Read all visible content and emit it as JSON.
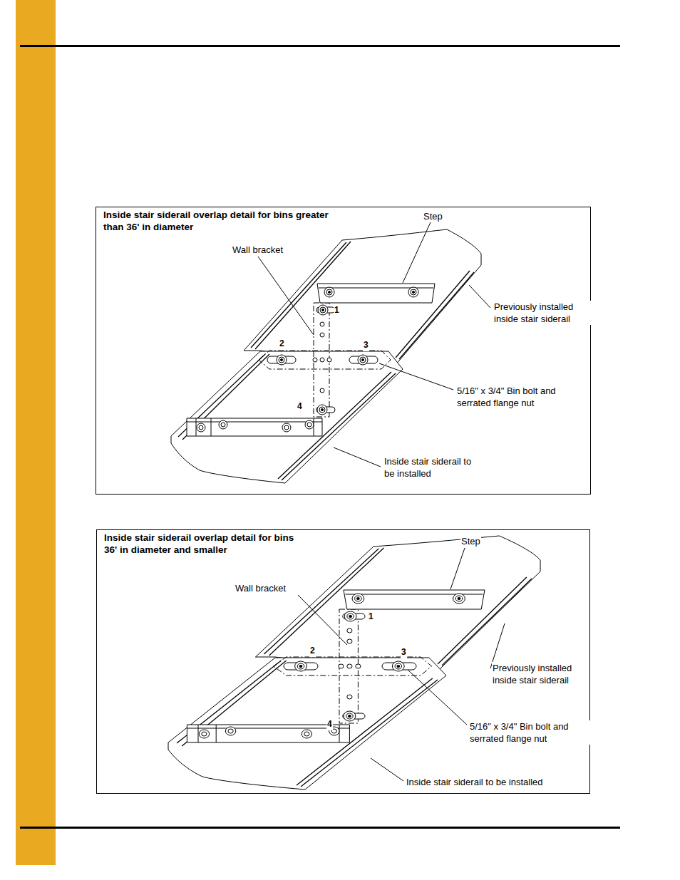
{
  "diagram": {
    "nodes": [
      {
        "text": [
          "Inside stair siderail overlap detail for bins greater than 36' in diameter"
        ]
      },
      {
        "text": [
          "Inside stair siderail overlap detail for bins 36' in diameter and smaller"
        ]
      }
    ],
    "labels": [
      "Step",
      "Wall bracket",
      "1",
      "Previously installed inside stair siderail",
      "2",
      "3",
      "5/16\" x 3/4\" Bin bolt and serrated flange nut",
      "4",
      "Inside stair siderail to be installed",
      "Step",
      "Wall bracket",
      "1",
      "2",
      "3",
      "Previously installed inside stair siderail",
      "5/16\" x 3/4\" Bin bolt and serrated flange nut",
      "4",
      "Inside stair siderail to be installed"
    ]
  }
}
